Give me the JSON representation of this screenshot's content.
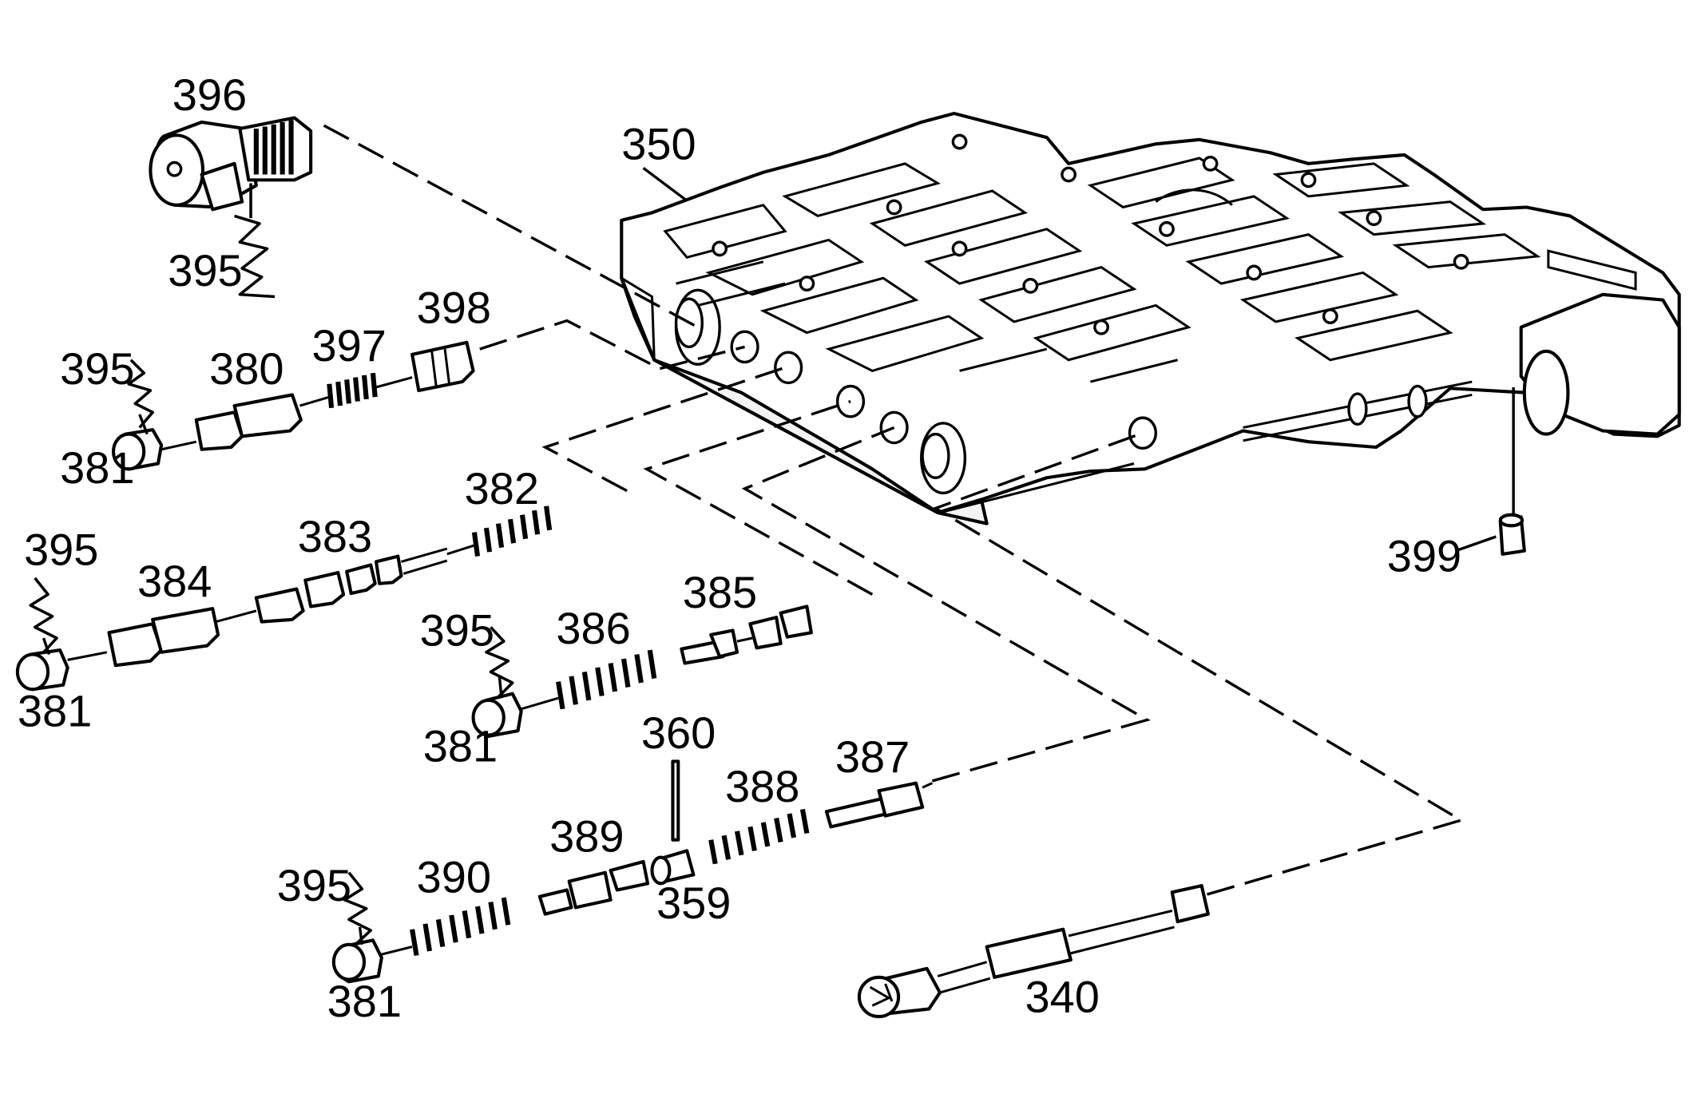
{
  "callouts": {
    "c396": "396",
    "c395_top": "395",
    "c350": "350",
    "c398": "398",
    "c397": "397",
    "c395_a": "395",
    "c380": "380",
    "c381_a": "381",
    "c382": "382",
    "c383": "383",
    "c395_b": "395",
    "c384": "384",
    "c381_b": "381",
    "c385": "385",
    "c395_c": "395",
    "c386": "386",
    "c381_c": "381",
    "c399": "399",
    "c360": "360",
    "c387": "387",
    "c388": "388",
    "c389": "389",
    "c395_d": "395",
    "c390": "390",
    "c359": "359",
    "c381_d": "381",
    "c340": "340"
  }
}
